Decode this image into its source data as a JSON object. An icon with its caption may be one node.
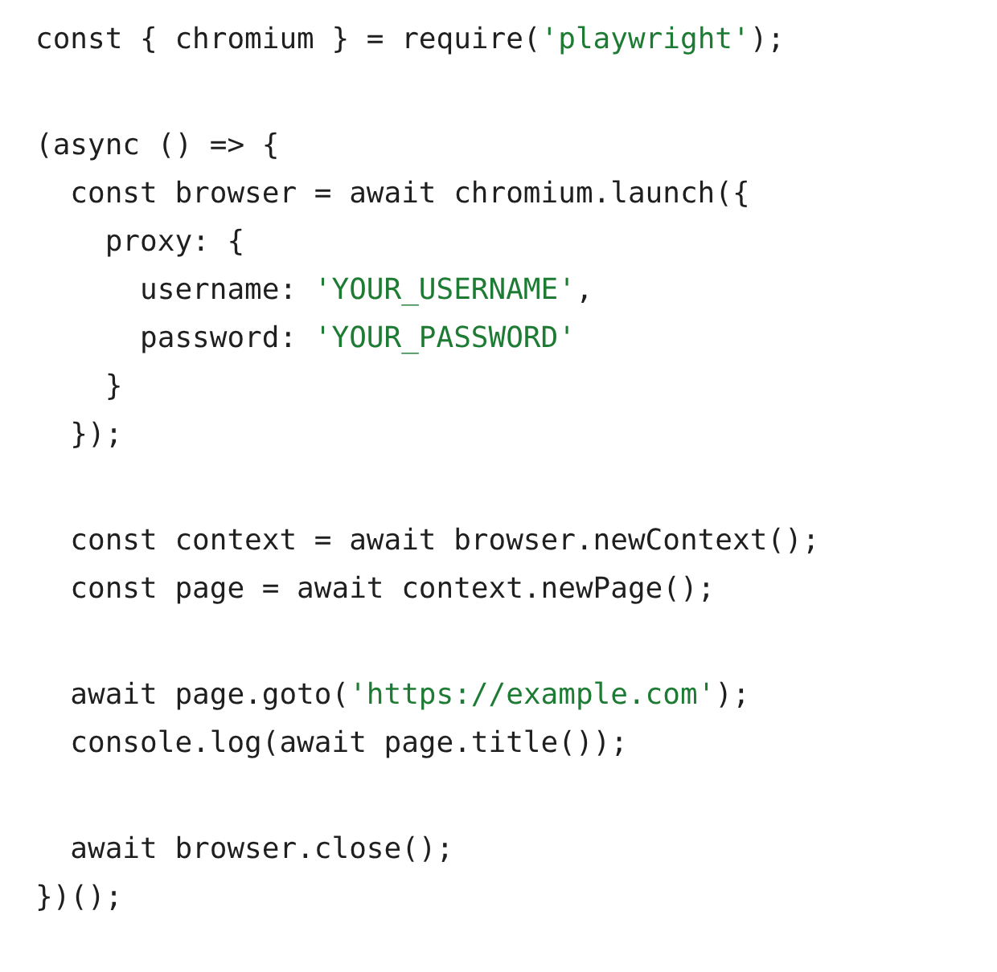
{
  "diagram": {
    "labels": [
      "const { chromium } = require('playwright');",
      "(async () => {",
      "  const browser = await chromium.launch({",
      "    proxy: {",
      "      username: 'YOUR_USERNAME',",
      "      password: 'YOUR_PASSWORD'",
      "    }",
      "  });",
      "  const context = await browser.newContext();",
      "  const page = await context.newPage();",
      "  await page.goto('https://example.com');",
      "  console.log(await page.title());",
      "  await browser.close();",
      "})();"
    ]
  }
}
